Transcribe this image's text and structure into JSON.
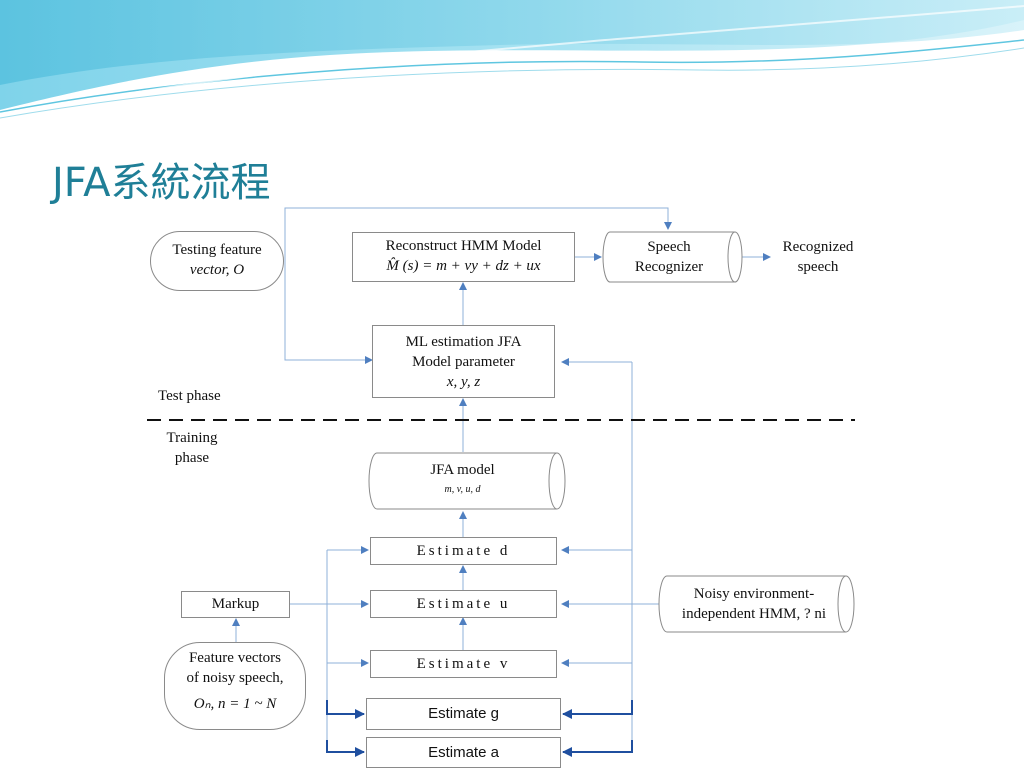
{
  "slide": {
    "title": "JFA系統流程",
    "colors": {
      "title": "#1f7f97",
      "banner": "#5fc6e0",
      "arrow": "#4f7fc0",
      "arrow_dark": "#1f4f9f"
    }
  },
  "nodes": {
    "testing_feature": {
      "line1": "Testing feature",
      "line2": "vector, O"
    },
    "reconstruct": {
      "line1": "Reconstruct HMM Model",
      "line2": "M̂ (s) = m + vy + dz + ux"
    },
    "speech_recognizer": {
      "line1": "Speech",
      "line2": "Recognizer"
    },
    "recognized_speech": {
      "line1": "Recognized",
      "line2": "speech"
    },
    "ml_estimation": {
      "line1": "ML estimation JFA",
      "line2": "Model parameter",
      "line3": "x, y, z"
    },
    "jfa_model": {
      "line1": "JFA model",
      "line2": "m, v, u, d"
    },
    "estimate_d": "Estimate d",
    "estimate_u": "Estimate u",
    "estimate_v": "Estimate v",
    "estimate_g": "Estimate g",
    "estimate_a": "Estimate a",
    "markup": "Markup",
    "feature_noisy": {
      "line1": "Feature vectors",
      "line2": "of noisy speech,",
      "line3": "Oₙ, n = 1 ~ N"
    },
    "noisy_env": {
      "line1": "Noisy environment-",
      "line2": "independent HMM, ? ni"
    }
  },
  "phases": {
    "test": "Test phase",
    "training_line1": "Training",
    "training_line2": "phase"
  }
}
